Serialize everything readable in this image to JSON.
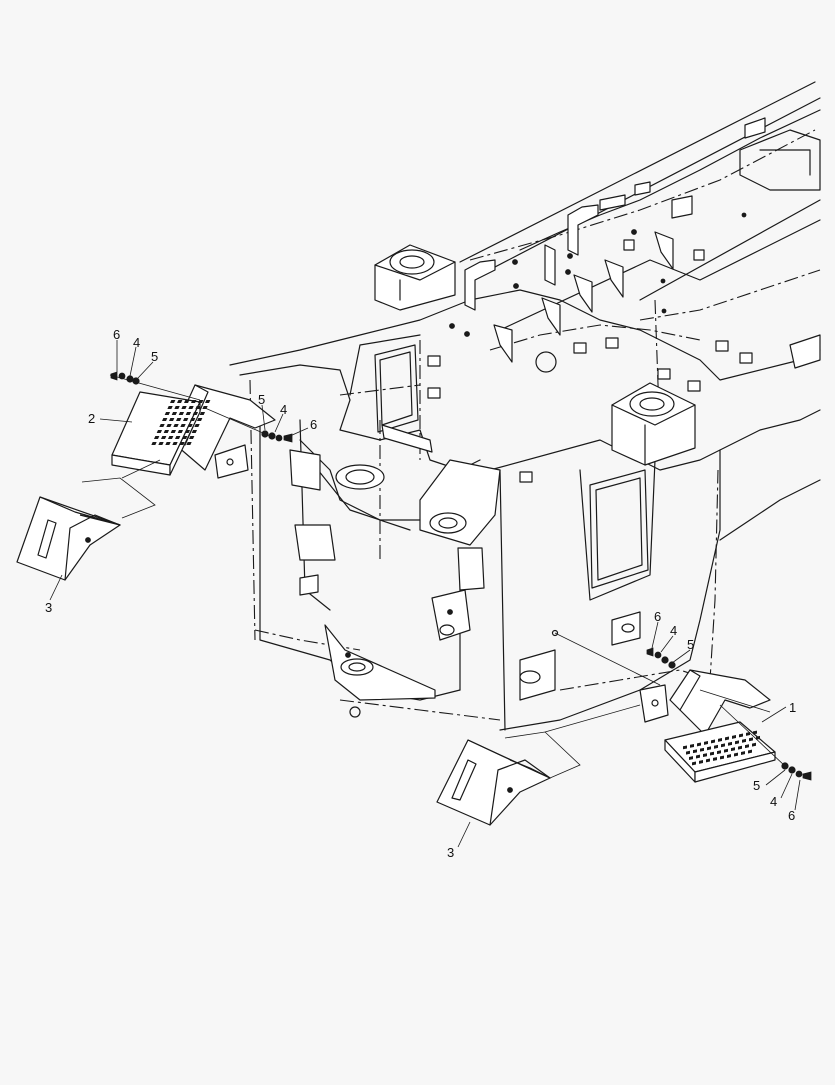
{
  "callouts": [
    {
      "id": "c-6a",
      "text": "6"
    },
    {
      "id": "c-4a",
      "text": "4"
    },
    {
      "id": "c-5a",
      "text": "5"
    },
    {
      "id": "c-2",
      "text": "2"
    },
    {
      "id": "c-3a",
      "text": "3"
    },
    {
      "id": "c-5b",
      "text": "5"
    },
    {
      "id": "c-4b",
      "text": "4"
    },
    {
      "id": "c-6b",
      "text": "6"
    },
    {
      "id": "c-6c",
      "text": "6"
    },
    {
      "id": "c-4c",
      "text": "4"
    },
    {
      "id": "c-5c",
      "text": "5"
    },
    {
      "id": "c-1",
      "text": "1"
    },
    {
      "id": "c-5d",
      "text": "5"
    },
    {
      "id": "c-4d",
      "text": "4"
    },
    {
      "id": "c-6d",
      "text": "6"
    },
    {
      "id": "c-3b",
      "text": "3"
    }
  ],
  "colors": {
    "line": "#1a1a1a",
    "background": "#f7f7f7"
  }
}
